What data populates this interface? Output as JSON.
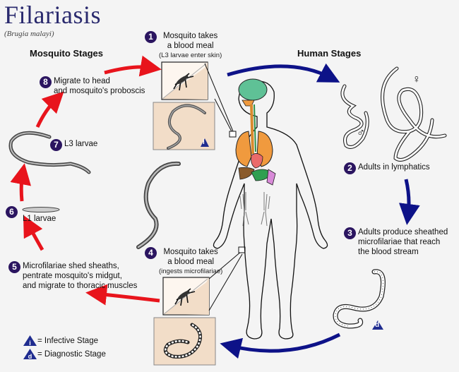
{
  "header": {
    "title": "Filariasis",
    "subtitle": "(Brugia malayi)"
  },
  "sections": {
    "mosquito": "Mosquito Stages",
    "human": "Human Stages"
  },
  "steps": [
    {
      "num": "1",
      "lines": [
        "Mosquito takes",
        "a blood meal"
      ],
      "note": "(L3 larvae enter skin)"
    },
    {
      "num": "2",
      "lines": [
        "Adults in lymphatics"
      ]
    },
    {
      "num": "3",
      "lines": [
        "Adults produce sheathed",
        "microfilariae that reach",
        "the blood stream"
      ]
    },
    {
      "num": "4",
      "lines": [
        "Mosquito takes",
        "a blood meal"
      ],
      "note": "(ingests microfilariae)"
    },
    {
      "num": "5",
      "lines": [
        "Microfilariae shed sheaths,",
        "pentrate mosquito's midgut,",
        "and migrate to thoracic muscles"
      ]
    },
    {
      "num": "6",
      "lines": [
        "L1 larvae"
      ]
    },
    {
      "num": "7",
      "lines": [
        "L3 larvae"
      ]
    },
    {
      "num": "8",
      "lines": [
        "Migrate to head",
        "and mosquito's proboscis"
      ]
    }
  ],
  "symbols": {
    "male": "♂",
    "female": "♀",
    "infective_letter": "i",
    "diagnostic_letter": "d"
  },
  "legend": [
    {
      "letter": "i",
      "label": "= Infective Stage"
    },
    {
      "letter": "d",
      "label": "= Diagnostic Stage"
    }
  ],
  "colors": {
    "mosquito_arrow": "#e8141c",
    "human_arrow": "#0d1288",
    "badge": "#2b1560",
    "title": "#2a2a6e",
    "inset_bg": "#f2ddc8",
    "stage_triangle": "#1f2c8f"
  }
}
